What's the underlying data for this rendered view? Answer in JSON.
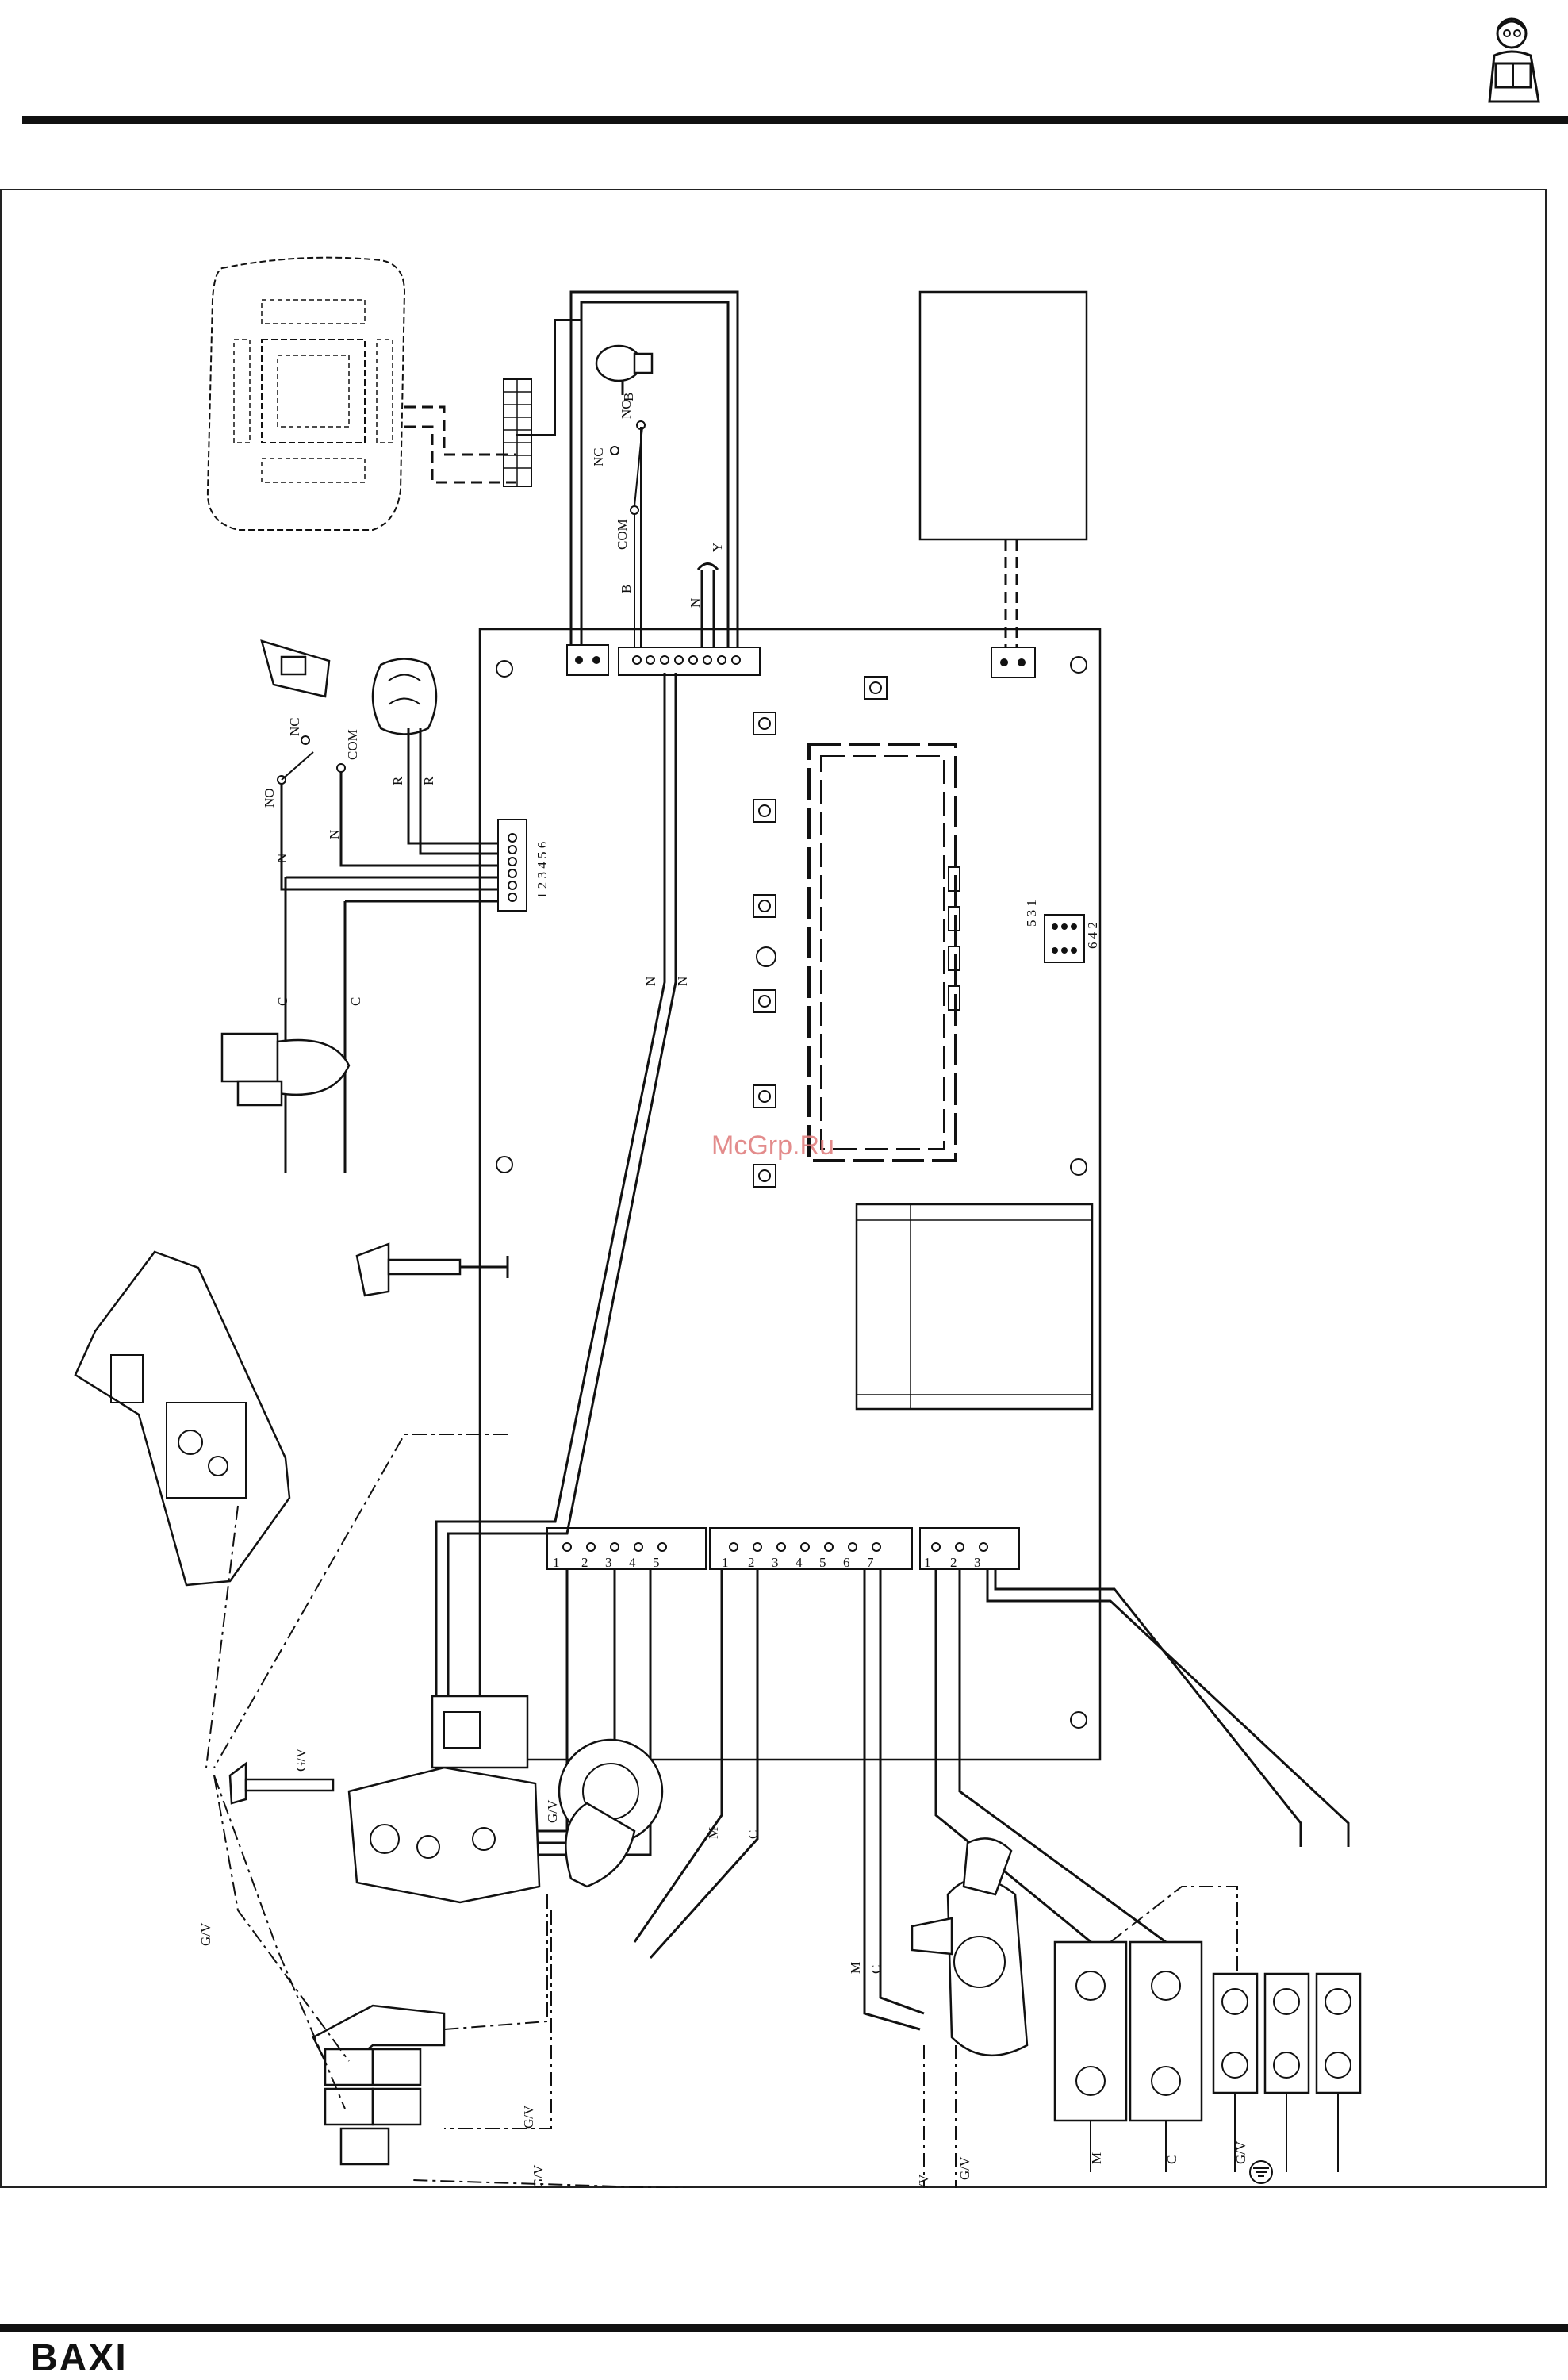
{
  "branding": {
    "logo_text": "BAXI"
  },
  "watermark": {
    "text": "McGrp.Ru"
  },
  "labels": {
    "no": "NO",
    "nc": "NC",
    "com": "COM",
    "n": "N",
    "c": "C",
    "m": "M",
    "b": "B",
    "r": "R",
    "gv": "G/V",
    "cn1_pins": "1 2 3 4 5 6",
    "cn8_top": "5 3 1",
    "cn8_bottom": "6 4 2",
    "pin1": "1",
    "pin2": "2",
    "pin3": "3",
    "pin4": "4",
    "pin5": "5",
    "pin6": "6",
    "pin7": "7",
    "y": "Y"
  },
  "icons": {
    "corner": "reading-man-icon",
    "earth": "earth-ground-icon"
  }
}
